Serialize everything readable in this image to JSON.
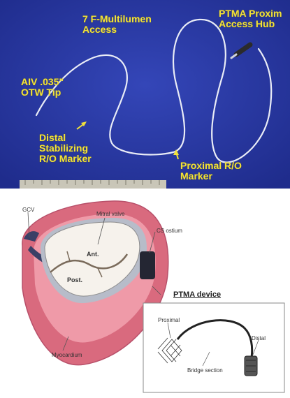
{
  "photo": {
    "labels": {
      "access": [
        "7 F-Multilumen",
        "Access"
      ],
      "hub": [
        "PTMA Proxim",
        "Access Hub"
      ],
      "tip": [
        "AIV .035\"",
        "OTW Tip"
      ],
      "distal": [
        "Distal",
        "Stabilizing",
        "R/O Marker"
      ],
      "proximal": [
        "Proximal R/O",
        "Marker"
      ]
    }
  },
  "diagram": {
    "labels": {
      "gcv": "GCV",
      "mitral": "Mitral valve",
      "cs": "CS ostium",
      "ant": "Ant.",
      "post": "Post.",
      "myo": "Myocardium",
      "device_title": "PTMA device",
      "proximal": "Proximal",
      "distal": "Distal",
      "bridge": "Bridge section"
    }
  },
  "colors": {
    "photo_bg": "#2a3aa6",
    "label_yellow": "#f2e23a",
    "myocardium": "#d96a7e"
  }
}
